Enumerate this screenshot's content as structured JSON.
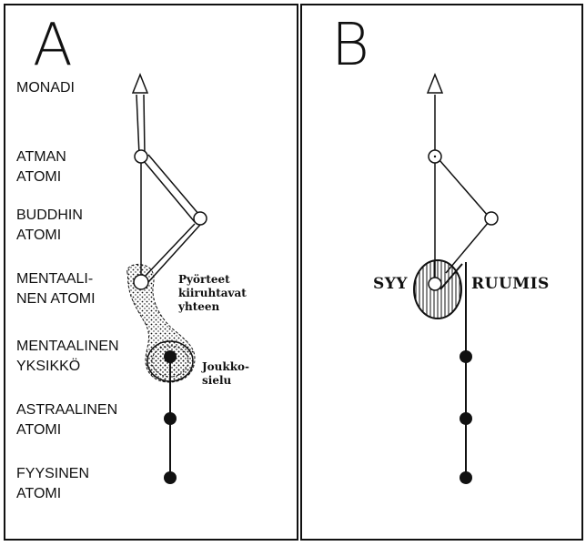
{
  "panel_a": {
    "letter": "A",
    "levels": [
      {
        "label": "MONADI"
      },
      {
        "label": "ATMAN\nATOMI"
      },
      {
        "label": "BUDDHIN\nATOMI"
      },
      {
        "label": "MENTAALI-\nNEN ATOMI"
      },
      {
        "label": "MENTAALINEN\nYKSIKKÖ"
      },
      {
        "label": "ASTRAALINEN\nATOMI"
      },
      {
        "label": "FYYSINEN\nATOMI"
      }
    ],
    "note_vortices": "Pyörteet\nkiiruhtavat\nyhteen",
    "note_group_soul": "Joukko-\nsielu"
  },
  "panel_b": {
    "letter": "B",
    "label_left": "SYY",
    "label_right": "RUUMIS"
  },
  "colors": {
    "ink": "#111111",
    "background": "#ffffff"
  }
}
